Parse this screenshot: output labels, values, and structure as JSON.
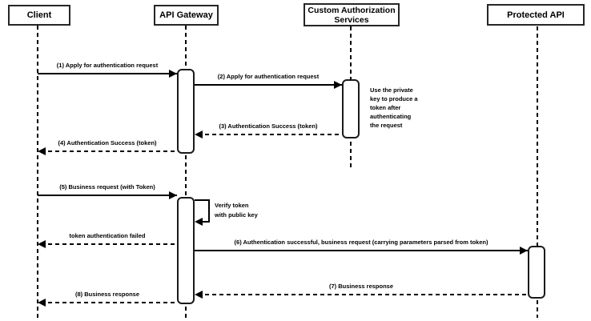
{
  "diagram": {
    "type": "uml-sequence",
    "background_color": "#ffffff",
    "line_color": "#000000",
    "actors": [
      {
        "name": "Client"
      },
      {
        "name": "API Gateway"
      },
      {
        "name": "Custom Authorization\nServices"
      },
      {
        "name": "Protected API"
      }
    ],
    "messages": [
      {
        "seq": "1",
        "label": "(1) Apply for authentication request",
        "from": "Client",
        "to": "API Gateway",
        "style": "solid"
      },
      {
        "seq": "2",
        "label": "(2) Apply for authentication request",
        "from": "API Gateway",
        "to": "Custom Authorization Services",
        "style": "solid"
      },
      {
        "seq": "3",
        "label": "(3) Authentication Success (token)",
        "from": "Custom Authorization Services",
        "to": "API Gateway",
        "style": "dashed"
      },
      {
        "seq": "4",
        "label": "(4) Authentication Success (token)",
        "from": "API Gateway",
        "to": "Client",
        "style": "dashed"
      },
      {
        "seq": "5",
        "label": "(5) Business request (with Token)",
        "from": "Client",
        "to": "API Gateway",
        "style": "solid"
      },
      {
        "seq": "",
        "label": "Verify token\nwith public key",
        "from": "API Gateway",
        "to": "API Gateway",
        "style": "self-loop"
      },
      {
        "seq": "",
        "label": "token authentication failed",
        "from": "API Gateway",
        "to": "Client",
        "style": "dashed"
      },
      {
        "seq": "6",
        "label": "(6) Authentication successful, business request (carrying parameters parsed from token)",
        "from": "API Gateway",
        "to": "Protected API",
        "style": "solid"
      },
      {
        "seq": "7",
        "label": "(7) Business response",
        "from": "Protected API",
        "to": "API Gateway",
        "style": "dashed"
      },
      {
        "seq": "8",
        "label": "(8) Business response",
        "from": "API Gateway",
        "to": "Client",
        "style": "dashed"
      }
    ],
    "notes": [
      {
        "text": "Use the private\nkey to produce a\ntoken after\nauthenticating\nthe request",
        "attached_to": "Custom Authorization Services"
      }
    ]
  }
}
